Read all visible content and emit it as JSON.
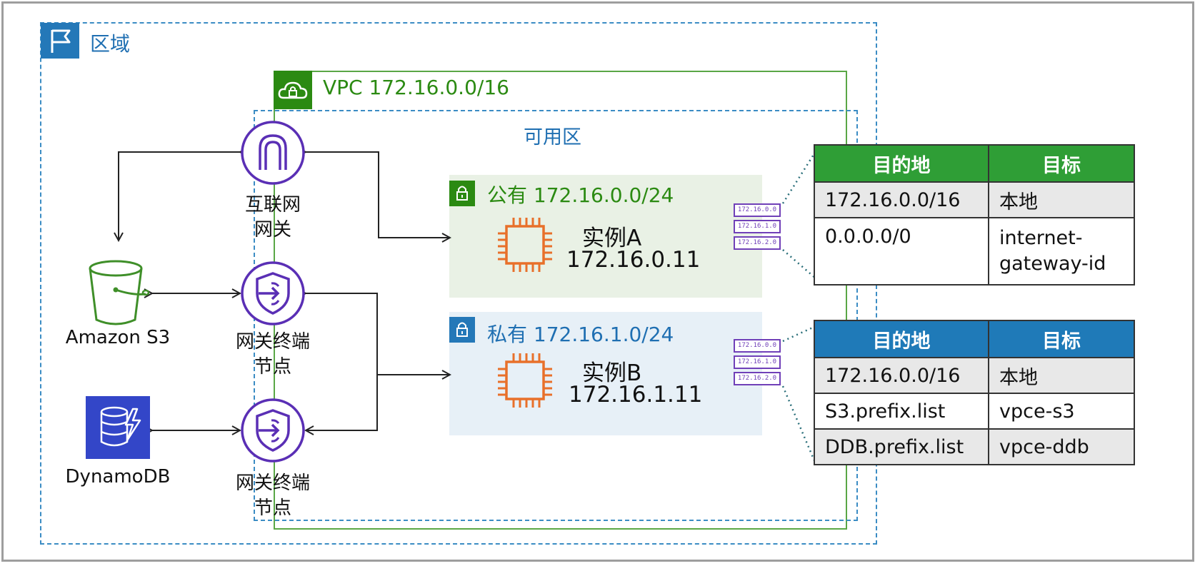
{
  "region": {
    "label": "区域"
  },
  "vpc": {
    "label": "VPC 172.16.0.0/16"
  },
  "az": {
    "label": "可用区"
  },
  "public_subnet": {
    "label": "公有 172.16.0.0/24",
    "instance_name": "实例A",
    "instance_ip": "172.16.0.11"
  },
  "private_subnet": {
    "label": "私有 172.16.1.0/24",
    "instance_name": "实例B",
    "instance_ip": "172.16.1.11"
  },
  "internet_gateway": {
    "line1": "互联网",
    "line2": "网关"
  },
  "gateway_endpoint_s3": {
    "line1": "网关终端",
    "line2": "节点"
  },
  "gateway_endpoint_ddb": {
    "line1": "网关终端",
    "line2": "节点"
  },
  "s3": {
    "label": "Amazon S3"
  },
  "dynamodb": {
    "label": "DynamoDB"
  },
  "nacl_chips": [
    "172.16.0.0",
    "172.16.1.0",
    "172.16.2.0"
  ],
  "route_table_public": {
    "headers": [
      "目的地",
      "目标"
    ],
    "rows": [
      {
        "dest": "172.16.0.0/16",
        "target": "本地"
      },
      {
        "dest": "0.0.0.0/0",
        "target_line1": "internet-",
        "target_line2": "gateway-id"
      }
    ]
  },
  "route_table_private": {
    "headers": [
      "目的地",
      "目标"
    ],
    "rows": [
      {
        "dest": "172.16.0.0/16",
        "target": "本地"
      },
      {
        "dest": "S3.prefix.list",
        "target": "vpce-s3"
      },
      {
        "dest": "DDB.prefix.list",
        "target": "vpce-ddb"
      }
    ]
  },
  "colors": {
    "region": "#2478b8",
    "vpc": "#2b8a12",
    "endpoint": "#5a2fb5",
    "instance": "#e8702a",
    "s3": "#3f8f29",
    "dynamodb": "#3346c8"
  }
}
